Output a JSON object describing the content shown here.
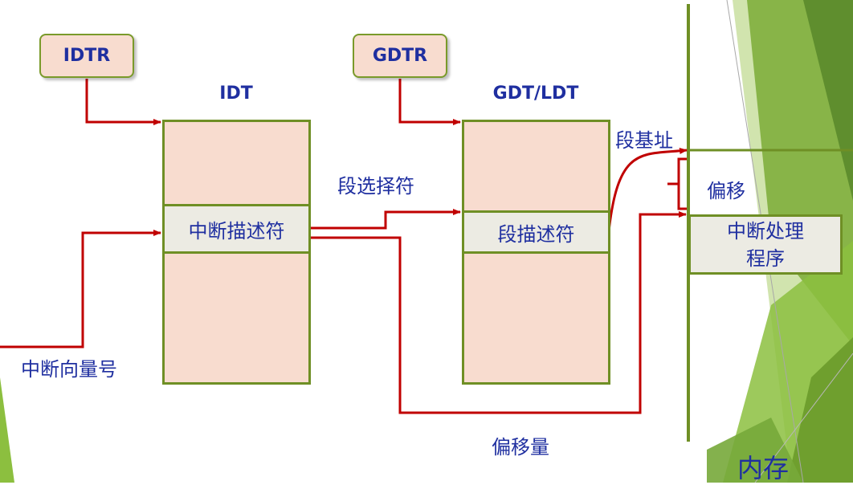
{
  "registers": {
    "idtr": "IDTR",
    "gdtr": "GDTR"
  },
  "tables": {
    "idt_title": "IDT",
    "gdt_title": "GDT/LDT",
    "idt_entry": "中断描述符",
    "gdt_entry": "段描述符"
  },
  "labels": {
    "vector": "中断向量号",
    "selector": "段选择符",
    "base": "段基址",
    "offset": "偏移",
    "offset_amount": "偏移量",
    "memory": "内存"
  },
  "memory": {
    "handler_line1": "中断处理",
    "handler_line2": "程序"
  },
  "colors": {
    "arrow": "#c00000",
    "border": "#6f8f25",
    "text": "#1f2fa0",
    "table_fill": "#f8dccf",
    "entry_fill": "#ecebe3"
  }
}
